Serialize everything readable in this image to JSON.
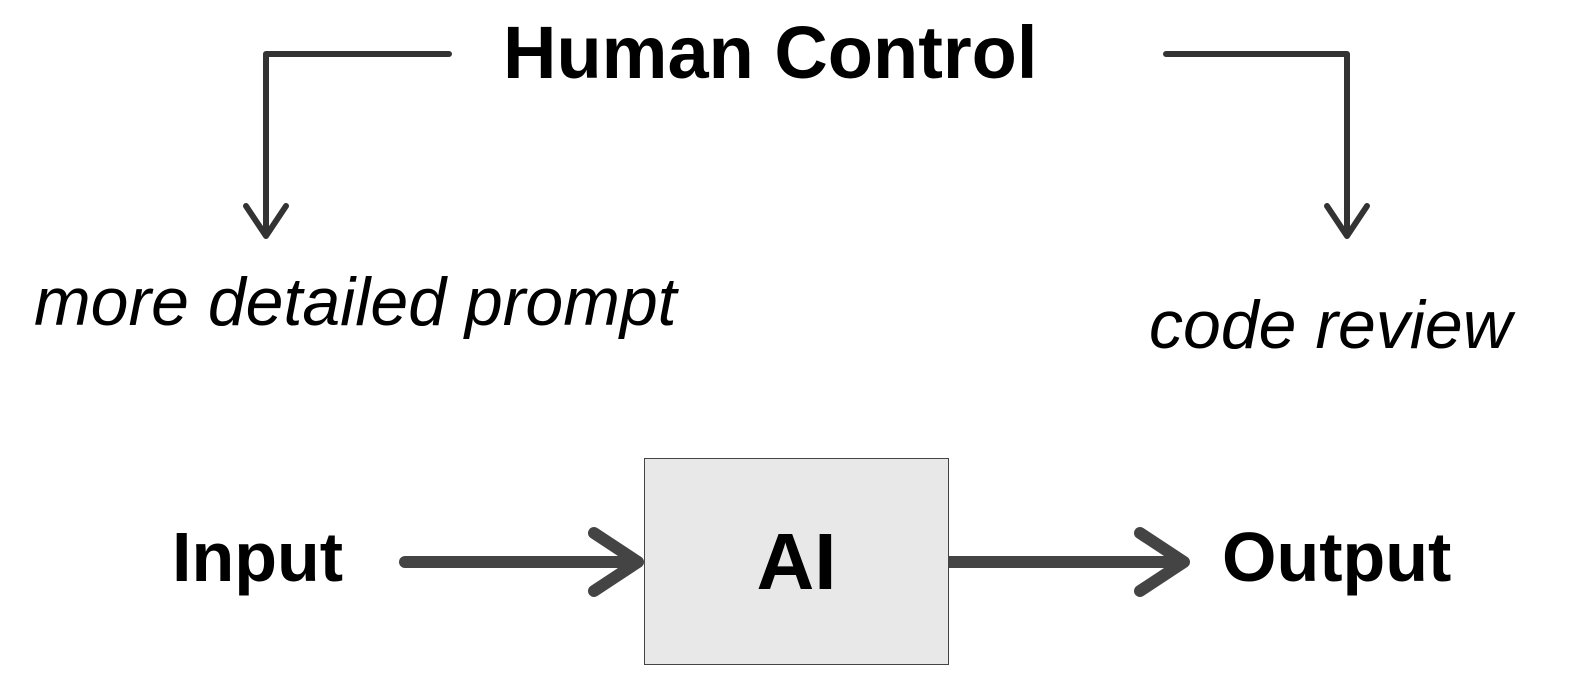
{
  "title": "Human Control",
  "left_note": "more detailed prompt",
  "right_note": "code review",
  "input_label": "Input",
  "ai_label": "AI",
  "output_label": "Output",
  "colors": {
    "line": "#333333",
    "flow_arrow": "#444444",
    "box_fill": "#e8e8e8",
    "box_border": "#444444",
    "text": "#000000"
  }
}
